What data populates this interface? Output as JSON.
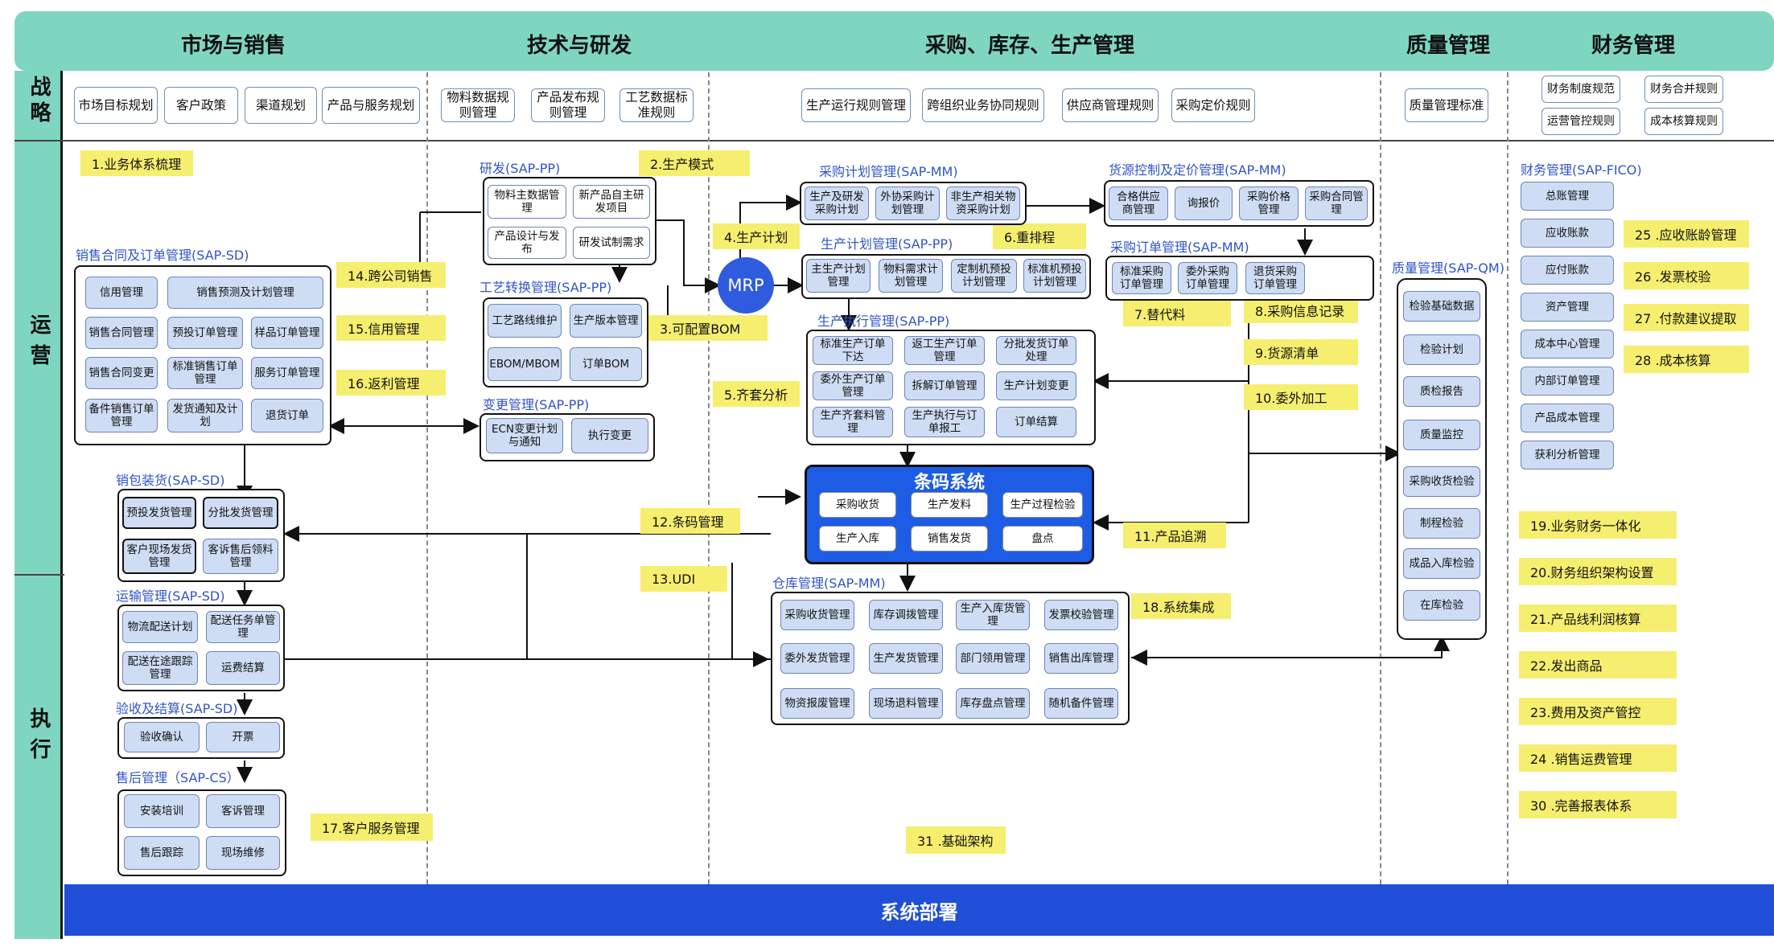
{
  "columns": [
    "市场与销售",
    "技术与研发",
    "采购、库存、生产管理",
    "质量管理",
    "财务管理"
  ],
  "rows": [
    "战略",
    "运营",
    "执行"
  ],
  "strategy": {
    "market": [
      "市场目标规划",
      "客户政策",
      "渠道规划",
      "产品与服务规划"
    ],
    "tech": [
      "物料数据规则管理",
      "产品发布规则管理",
      "工艺数据标准规则"
    ],
    "scm": [
      "生产运行规则管理",
      "跨组织业务协同规则",
      "供应商管理规则",
      "采购定价规则"
    ],
    "quality": [
      "质量管理标准"
    ],
    "finance": [
      "财务制度规范",
      "财务合并规则",
      "运营管控规则",
      "成本核算规则"
    ]
  },
  "labels": {
    "l1": "1.业务体系梳理",
    "l2": "2.生产模式",
    "l3": "3.可配置BOM",
    "l4": "4.生产计划",
    "l5": "5.齐套分析",
    "l6": "6.重排程",
    "l7": "7.替代料",
    "l8": "8.采购信息记录",
    "l9": "9.货源清单",
    "l10": "10.委外加工",
    "l11": "11.产品追溯",
    "l12": "12.条码管理",
    "l13": "13.UDI",
    "l14": "14.跨公司销售",
    "l15": "15.信用管理",
    "l16": "16.返利管理",
    "l17": "17.客户服务管理",
    "l18": "18.系统集成",
    "l19": "19.业务财务一体化",
    "l20": "20.财务组织架构设置",
    "l21": "21.产品线利润核算",
    "l22": "22.发出商品",
    "l23": "23.费用及资产管控",
    "l24": "24 .销售运费管理",
    "l25": "25 .应收账龄管理",
    "l26": "26 .发票校验",
    "l27": "27 .付款建议提取",
    "l28": "28 .成本核算",
    "l30": "30 .完善报表体系",
    "l31": "31 .基础架构"
  },
  "groups": {
    "sales_order": {
      "title": "销售合同及订单管理(SAP-SD)",
      "items": [
        "信用管理",
        "销售预测及计划管理",
        "销售合同管理",
        "预投订单管理",
        "样品订单管理",
        "销售合同变更",
        "标准销售订单管理",
        "服务订单管理",
        "备件销售订单管理",
        "发货通知及计划",
        "退货订单"
      ]
    },
    "packing": {
      "title": "销包装货(SAP-SD)",
      "items": [
        "预投发货管理",
        "分批发货管理",
        "客户现场发货管理",
        "客诉售后领料管理"
      ]
    },
    "transport": {
      "title": "运输管理(SAP-SD)",
      "items": [
        "物流配送计划",
        "配送任务单管理",
        "配送在途跟踪管理",
        "运费结算"
      ]
    },
    "acceptance": {
      "title": "验收及结算(SAP-SD)",
      "items": [
        "验收确认",
        "开票"
      ]
    },
    "aftersales": {
      "title": "售后管理（SAP-CS）",
      "items": [
        "安装培训",
        "客诉管理",
        "售后跟踪",
        "现场维修"
      ]
    },
    "rnd": {
      "title": "研发(SAP-PP)",
      "items": [
        "物料主数据管理",
        "新产品自主研发项目",
        "产品设计与发布",
        "研发试制需求"
      ]
    },
    "routing": {
      "title": "工艺转换管理(SAP-PP)",
      "items": [
        "工艺路线维护",
        "生产版本管理",
        "EBOM/MBOM",
        "订单BOM"
      ]
    },
    "change": {
      "title": "变更管理(SAP-PP)",
      "items": [
        "ECN变更计划与通知",
        "执行变更"
      ]
    },
    "mrp": "MRP",
    "purch_plan": {
      "title": "采购计划管理(SAP-MM)",
      "items": [
        "生产及研发采购计划",
        "外协采购计划管理",
        "非生产相关物资采购计划"
      ]
    },
    "prod_plan": {
      "title": "生产计划管理(SAP-PP)",
      "items": [
        "主生产计划管理",
        "物料需求计划管理",
        "定制机预投计划管理",
        "标准机预投计划管理"
      ]
    },
    "prod_exec": {
      "title": "生产执行管理(SAP-PP)",
      "items": [
        "标准生产订单下达",
        "返工生产订单管理",
        "分批发货订单处理",
        "委外生产订单管理",
        "拆解订单管理",
        "生产计划变更",
        "生产齐套料管理",
        "生产执行与订单报工",
        "订单结算"
      ]
    },
    "source": {
      "title": "货源控制及定价管理(SAP-MM)",
      "items": [
        "合格供应商管理",
        "询报价",
        "采购价格管理",
        "采购合同管理"
      ]
    },
    "po": {
      "title": "采购订单管理(SAP-MM)",
      "items": [
        "标准采购订单管理",
        "委外采购订单管理",
        "退货采购订单管理"
      ]
    },
    "barcode": {
      "title": "条码系统",
      "items": [
        "采购收货",
        "生产发料",
        "生产过程检验",
        "生产入库",
        "销售发货",
        "盘点"
      ]
    },
    "warehouse": {
      "title": "仓库管理(SAP-MM)",
      "items": [
        "采购收货管理",
        "库存调拨管理",
        "生产入库货管理",
        "发票校验管理",
        "委外发货管理",
        "生产发货管理",
        "部门领用管理",
        "销售出库管理",
        "物资报废管理",
        "现场退料管理",
        "库存盘点管理",
        "随机备件管理"
      ]
    },
    "quality": {
      "title": "质量管理(SAP-QM)",
      "items": [
        "检验基础数据",
        "检验计划",
        "质检报告",
        "质量监控",
        "采购收货检验",
        "制程检验",
        "成品入库检验",
        "在库检验"
      ]
    },
    "finance": {
      "title": "财务管理(SAP-FICO)",
      "items": [
        "总账管理",
        "应收账款",
        "应付账款",
        "资产管理",
        "成本中心管理",
        "内部订单管理",
        "产品成本管理",
        "获利分析管理"
      ]
    }
  },
  "footer": "系统部署"
}
